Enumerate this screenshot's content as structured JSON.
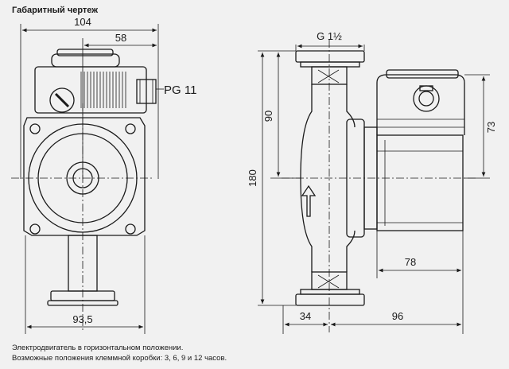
{
  "title": "Габаритный чертеж",
  "notes": [
    "Электродвигатель в горизонтальном положении.",
    "Возможные положения клеммной коробки: 3, 6, 9 и 12 часов."
  ],
  "dimensions": {
    "front_width": "104",
    "front_half": "58",
    "cable_gland": "PG 11",
    "front_base": "93,5",
    "thread": "G 1½",
    "height_total": "180",
    "height_upper": "90",
    "box_height": "73",
    "motor_length": "78",
    "flange_offset": "34",
    "depth": "96"
  }
}
